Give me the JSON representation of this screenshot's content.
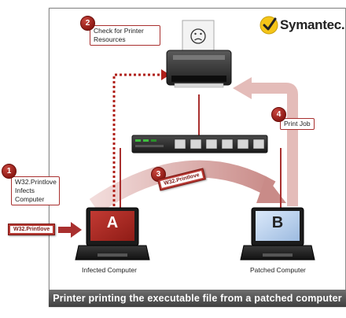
{
  "brand": {
    "name": "Symantec."
  },
  "steps": [
    {
      "number": "1",
      "text_lines": [
        "W32.Printlove",
        "Infects",
        "Computer"
      ]
    },
    {
      "number": "2",
      "text_lines": [
        "Check for Printer",
        "Resources"
      ]
    },
    {
      "number": "3",
      "tag": "W32.Printlove"
    },
    {
      "number": "4",
      "text_lines": [
        "Print Job"
      ]
    }
  ],
  "computers": {
    "infected": {
      "screen_letter": "A",
      "label": "Infected Computer",
      "tag": "W32.Printlove"
    },
    "patched": {
      "screen_letter": "B",
      "label": "Patched Computer"
    }
  },
  "footer": {
    "caption": "Printer printing the executable file from a patched computer"
  },
  "colors": {
    "accent_red": "#a9302f",
    "arrow_pink": "#d9a7a4",
    "network_line": "#a9302f",
    "footer_bg": "#555555"
  }
}
